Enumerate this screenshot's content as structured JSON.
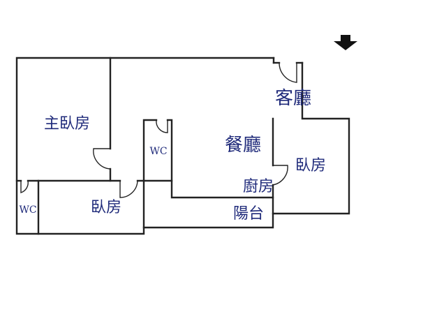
{
  "rooms": {
    "living": "客廳",
    "dining": "餐廳",
    "master_bedroom": "主臥房",
    "bedroom_right": "臥房",
    "bedroom_bottom": "臥房",
    "kitchen": "廚房",
    "balcony": "陽台",
    "wc_left": "WC",
    "wc_center": "WC"
  },
  "icons": {
    "entrance": "entrance-arrow-icon"
  },
  "colors": {
    "label": "#1f2a7a",
    "wall": "#222222"
  }
}
